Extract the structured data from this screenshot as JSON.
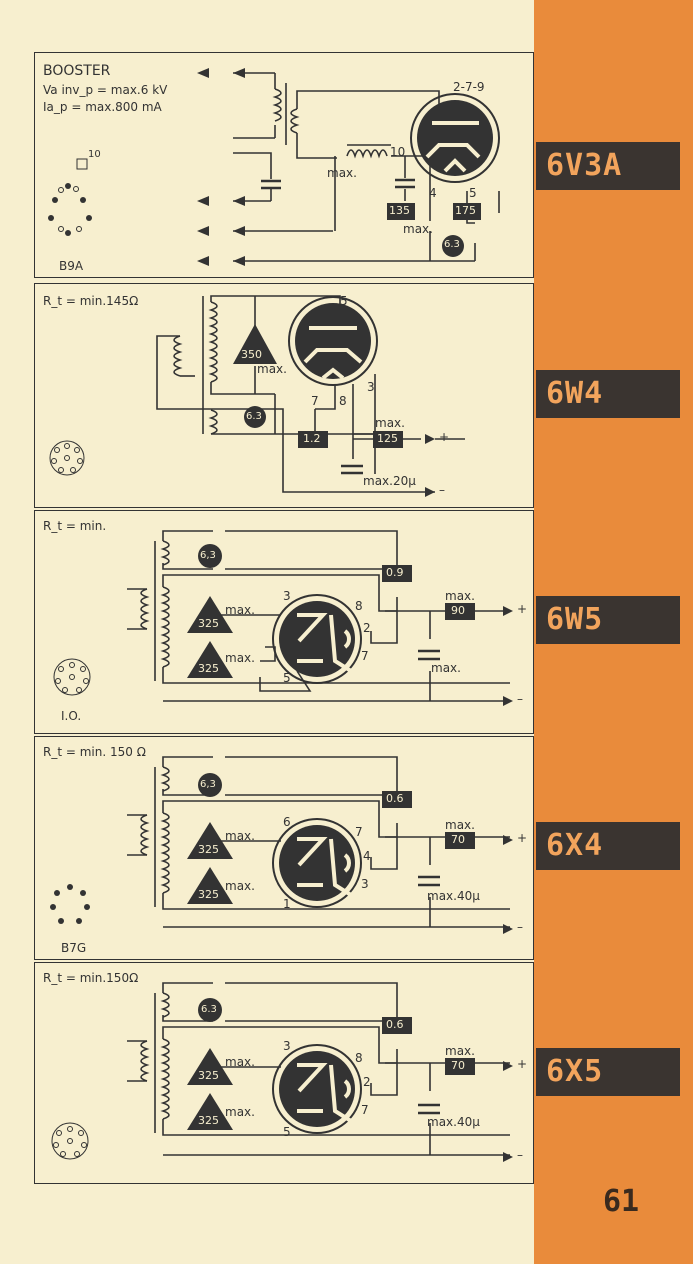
{
  "page_number": "61",
  "tubes": [
    {
      "name": "6V3A",
      "lines": [
        "BOOSTER",
        "Va inv_p = max.6 kV",
        "Ia_p = max.800 mA"
      ],
      "base": "B9A",
      "labels": {
        "pins": "2-7-9",
        "pin10": "10",
        "pin4": "4",
        "pin5": "5",
        "cap_max": "max.",
        "v135": "135",
        "v135max": "max.",
        "v175": "175",
        "heater": "6.3",
        "base_pin10": "10"
      }
    },
    {
      "name": "6W4",
      "lines": [
        "R_t = min.145Ω"
      ],
      "labels": {
        "v350": "350",
        "v350max": "max.",
        "pin5": "5",
        "pin7": "7",
        "pin8": "8",
        "pin3": "3",
        "heater": "6.3",
        "r": "1.2",
        "out_max": "max.",
        "out_v": "125",
        "cap": "max.20µ",
        "plus": "+",
        "minus": "–"
      }
    },
    {
      "name": "6W5",
      "lines": [
        "R_t = min."
      ],
      "base": "I.O.",
      "labels": {
        "heater": "6,3",
        "r": "0.9",
        "v1": "325",
        "v1max": "max.",
        "v2": "325",
        "v2max": "max.",
        "pin3": "3",
        "pin8": "8",
        "pin2": "2",
        "pin7": "7",
        "pin5": "5",
        "out_max": "max.",
        "out_v": "90",
        "cap": "max.",
        "plus": "+",
        "minus": "–"
      }
    },
    {
      "name": "6X4",
      "lines": [
        "R_t = min. 150 Ω"
      ],
      "base": "B7G",
      "labels": {
        "heater": "6,3",
        "r": "0.6",
        "v1": "325",
        "v1max": "max.",
        "v2": "325",
        "v2max": "max.",
        "pin6": "6",
        "pin7": "7",
        "pin4": "4",
        "pin3": "3",
        "pin1": "1",
        "out_max": "max.",
        "out_v": "70",
        "cap": "max.40µ",
        "plus": "+",
        "minus": "–"
      }
    },
    {
      "name": "6X5",
      "lines": [
        "R_t = min.150Ω"
      ],
      "labels": {
        "heater": "6.3",
        "r": "0.6",
        "v1": "325",
        "v1max": "max.",
        "v2": "325",
        "v2max": "max.",
        "pin3": "3",
        "pin8": "8",
        "pin2": "2",
        "pin7": "7",
        "pin5": "5",
        "out_max": "max.",
        "out_v": "70",
        "cap": "max.40µ",
        "plus": "+",
        "minus": "–"
      }
    }
  ]
}
